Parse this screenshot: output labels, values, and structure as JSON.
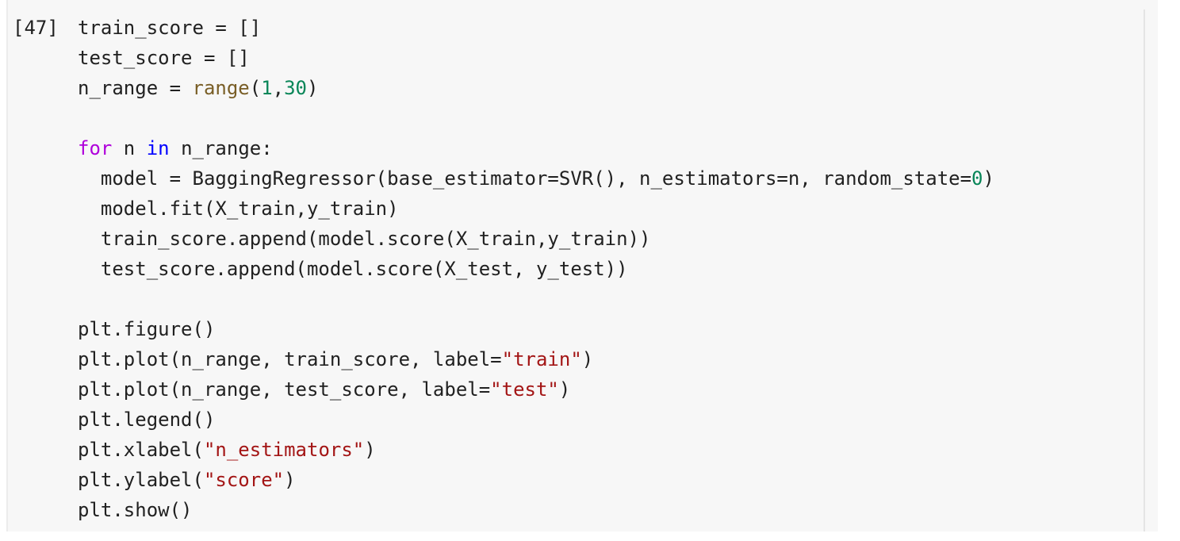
{
  "cell": {
    "execution_count": "[47]",
    "lines": [
      [
        {
          "t": "train_score = []",
          "c": ""
        }
      ],
      [
        {
          "t": "test_score = []",
          "c": ""
        }
      ],
      [
        {
          "t": "n_range = ",
          "c": ""
        },
        {
          "t": "range",
          "c": "fn"
        },
        {
          "t": "(",
          "c": ""
        },
        {
          "t": "1",
          "c": "num"
        },
        {
          "t": ",",
          "c": ""
        },
        {
          "t": "30",
          "c": "num"
        },
        {
          "t": ")",
          "c": ""
        }
      ],
      [],
      [
        {
          "t": "for",
          "c": "kw"
        },
        {
          "t": " n ",
          "c": ""
        },
        {
          "t": "in",
          "c": "kw-in"
        },
        {
          "t": " n_range:",
          "c": ""
        }
      ],
      [
        {
          "t": "  model = BaggingRegressor(base_estimator=SVR(), n_estimators=n, random_state=",
          "c": ""
        },
        {
          "t": "0",
          "c": "num"
        },
        {
          "t": ")",
          "c": ""
        }
      ],
      [
        {
          "t": "  model.fit(X_train,y_train)",
          "c": ""
        }
      ],
      [
        {
          "t": "  train_score.append(model.score(X_train,y_train))",
          "c": ""
        }
      ],
      [
        {
          "t": "  test_score.append(model.score(X_test, y_test))",
          "c": ""
        }
      ],
      [],
      [
        {
          "t": "plt.figure()",
          "c": ""
        }
      ],
      [
        {
          "t": "plt.plot(n_range, train_score, label=",
          "c": ""
        },
        {
          "t": "\"train\"",
          "c": "str"
        },
        {
          "t": ")",
          "c": ""
        }
      ],
      [
        {
          "t": "plt.plot(n_range, test_score, label=",
          "c": ""
        },
        {
          "t": "\"test\"",
          "c": "str"
        },
        {
          "t": ")",
          "c": ""
        }
      ],
      [
        {
          "t": "plt.legend()",
          "c": ""
        }
      ],
      [
        {
          "t": "plt.xlabel(",
          "c": ""
        },
        {
          "t": "\"n_estimators\"",
          "c": "str"
        },
        {
          "t": ")",
          "c": ""
        }
      ],
      [
        {
          "t": "plt.ylabel(",
          "c": ""
        },
        {
          "t": "\"score\"",
          "c": "str"
        },
        {
          "t": ")",
          "c": ""
        }
      ],
      [
        {
          "t": "plt.show()",
          "c": ""
        }
      ]
    ]
  },
  "colors": {
    "cell_background": "#f7f7f7",
    "text": "#212121",
    "keyword": "#af00db",
    "keyword_in": "#0000ff",
    "builtin_function": "#795e26",
    "number": "#098658",
    "string": "#a31515"
  }
}
